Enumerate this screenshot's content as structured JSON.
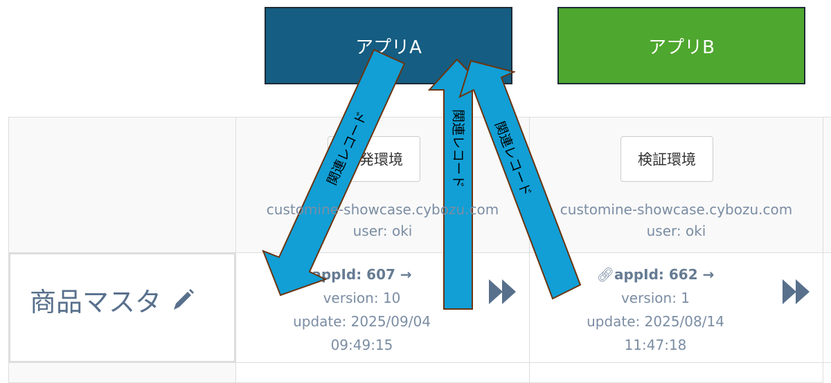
{
  "apps": {
    "a": "アプリA",
    "b": "アプリB"
  },
  "columns": [
    {
      "env": "開発環境",
      "host": "customine-showcase.cybozu.com",
      "user": "user: oki"
    },
    {
      "env": "検証環境",
      "host": "customine-showcase.cybozu.com",
      "user": "user: oki"
    }
  ],
  "row": {
    "label": "商品マスタ",
    "cells": [
      {
        "appid": "appId: 607 →",
        "version": "version: 10",
        "update": "update: 2025/09/04",
        "time": "09:49:15"
      },
      {
        "appid": "appId: 662 →",
        "version": "version: 1",
        "update": "update: 2025/08/14",
        "time": "11:47:18"
      }
    ]
  },
  "arrows": {
    "label1": "関連レコード",
    "label2": "関連レコード",
    "label3": "関連レコード"
  },
  "colors": {
    "appA": "#155d82",
    "appB": "#4ea72e",
    "arrow": "#119fd6",
    "arrow_border": "#6b3410"
  }
}
